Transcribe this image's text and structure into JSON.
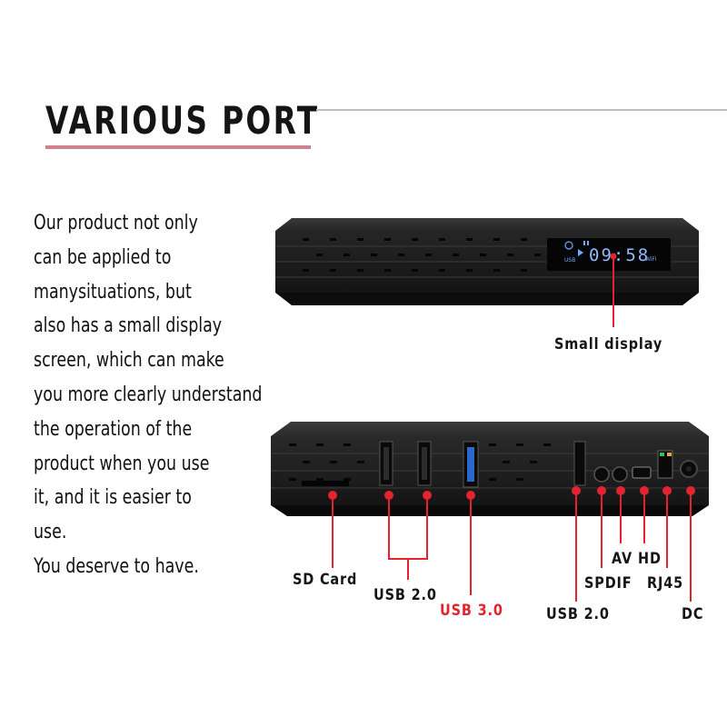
{
  "title": "VARIOUS PORT",
  "description": [
    "Our product not only",
    "can be applied to",
    "manysituations, but",
    "also has a small display",
    "screen, which can make",
    "you more clearly understand",
    "the operation of the",
    "product when you use",
    "it, and it is easier to",
    "use.",
    "You deserve to have."
  ],
  "display": {
    "time": "09:58",
    "usb_text": "USB",
    "wifi_text": "WiFi"
  },
  "labels": {
    "small_display": "Small display",
    "sd_card": "SD Card",
    "usb20_pair": "USB 2.0",
    "usb30": "USB 3.0",
    "usb20_right": "USB 2.0",
    "spdif": "SPDIF",
    "av": "AV",
    "hd": "HD",
    "rj45": "RJ45",
    "dc": "DC"
  },
  "colors": {
    "accent_red": "#e3232e",
    "underline_pink": "#d0838d",
    "device_dark": "#1e1e1e",
    "display_blue": "#6ea8ff"
  }
}
